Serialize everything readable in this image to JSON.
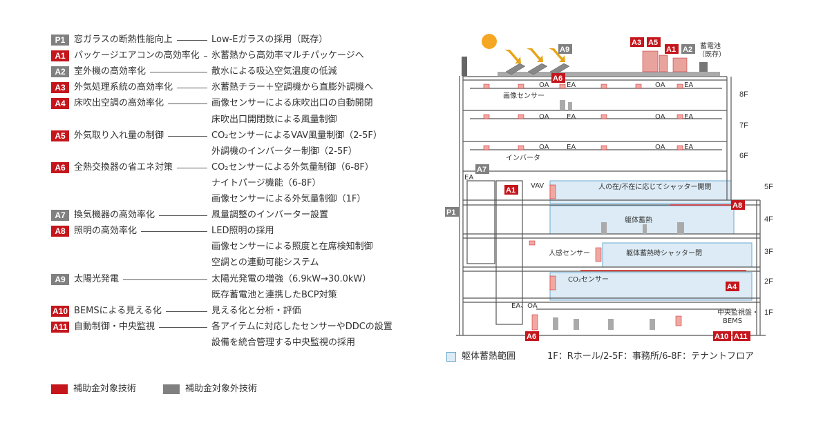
{
  "items": [
    {
      "code": "P1",
      "type": "gray",
      "title": "窓ガラスの断熱性能向上",
      "descs": [
        "Low-Eガラスの採用（既存）"
      ]
    },
    {
      "code": "A1",
      "type": "red",
      "title": "パッケージエアコンの高効率化",
      "descs": [
        "氷蓄熱から高効率マルチパッケージへ"
      ]
    },
    {
      "code": "A2",
      "type": "gray",
      "title": "室外機の高効率化",
      "descs": [
        "散水による吸込空気温度の低減"
      ]
    },
    {
      "code": "A3",
      "type": "red",
      "title": "外気処理系統の高効率化",
      "descs": [
        "氷蓄熱チラー＋空調機から直膨外調機へ"
      ]
    },
    {
      "code": "A4",
      "type": "red",
      "title": "床吹出空調の高効率化",
      "descs": [
        "画像センサーによる床吹出口の自動開閉",
        "床吹出口開閉数による風量制御"
      ]
    },
    {
      "code": "A5",
      "type": "red",
      "title": "外気取り入れ量の制御",
      "descs": [
        "CO₂センサーによるVAV風量制御（2-5F）",
        "外調機のインバーター制御（2-5F）"
      ]
    },
    {
      "code": "A6",
      "type": "red",
      "title": "全熱交換器の省エネ対策",
      "descs": [
        "CO₂センサーによる外気量制御（6-8F）",
        "ナイトパージ機能（6-8F）",
        "画像センサーによる外気量制御（1F）"
      ]
    },
    {
      "code": "A7",
      "type": "gray",
      "title": "換気機器の高効率化",
      "descs": [
        "風量調整のインバーター設置"
      ]
    },
    {
      "code": "A8",
      "type": "red",
      "title": "照明の高効率化",
      "descs": [
        "LED照明の採用",
        "画像センサーによる照度と在席検知制御",
        "空調との連動可能システム"
      ]
    },
    {
      "code": "A9",
      "type": "gray",
      "title": "太陽光発電",
      "descs": [
        "太陽光発電の増強（6.9kW→30.0kW）",
        "既存蓄電池と連携したBCP対策"
      ]
    },
    {
      "code": "A10",
      "type": "red",
      "title": "BEMSによる見える化",
      "descs": [
        "見える化と分析・評価"
      ]
    },
    {
      "code": "A11",
      "type": "red",
      "title": "自動制御・中央監視",
      "descs": [
        "各アイテムに対応したセンサーやDDCの設置",
        "設備を統合管理する中央監視の採用"
      ]
    }
  ],
  "key": {
    "subsidized": "補助金対象技術",
    "not_subsidized": "補助金対象外技術",
    "thermal_storage": "躯体蓄熱範囲",
    "floor_usage": "1F：Rホール/2-5F：事務所/6-8F：テナントフロア"
  },
  "colors": {
    "red": "#c4161c",
    "gray": "#808080",
    "storage_fill": "#dcebf5",
    "storage_stroke": "#6aa9d0",
    "sun": "#f5a623"
  },
  "diagram": {
    "floors": [
      "8F",
      "7F",
      "6F",
      "5F",
      "4F",
      "3F",
      "2F",
      "1F"
    ],
    "battery": "蓄電池",
    "battery_note": "（既存）",
    "image_sensor": "画像センサー",
    "oa": "OA",
    "ea": "EA",
    "ea_oa": "EA、OA",
    "inverter": "インバータ",
    "vav": "VAV",
    "shutter_open": "人の在/不在に応じてシャッター開閉",
    "thermal_storage": "躯体蓄熱",
    "human_sensor": "人感センサー",
    "shutter_closed": "躯体蓄熱時シャッター閉",
    "co2_sensor": "CO₂センサー",
    "central_monitor": "中央監視盤・",
    "bems": "BEMS",
    "tags": {
      "a9": "A9",
      "a3": "A3",
      "a5": "A5",
      "a1": "A1",
      "a2": "A2",
      "a6": "A6",
      "a7": "A7",
      "p1": "P1",
      "a8": "A8",
      "a4": "A4",
      "a10": "A10",
      "a11": "A11"
    },
    "icons": [
      "sun-icon",
      "solar-panel-icon",
      "outdoor-unit-icon",
      "occupant-icon",
      "airflow-arrow-icon"
    ]
  }
}
